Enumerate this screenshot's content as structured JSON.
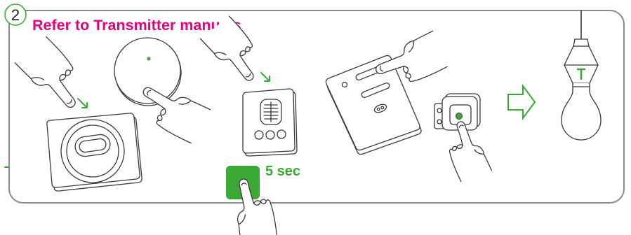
{
  "step": {
    "number": "2"
  },
  "title": "Refer to Transmitter manuals",
  "hold_button": {
    "label": "5 sec"
  },
  "colors": {
    "title": "#e6007e",
    "green": "#3aaa35",
    "frame": "#8c8c8c",
    "line": "#3a3a3a"
  },
  "icons": [
    "hand-pointer-icon",
    "motion-detector-icon",
    "round-transmitter-icon",
    "wall-detector-icon",
    "push-button-icon",
    "remote-control-icon",
    "receiver-module-icon",
    "press-direction-arrow-icon",
    "right-arrow-icon",
    "pendant-bulb-icon"
  ]
}
